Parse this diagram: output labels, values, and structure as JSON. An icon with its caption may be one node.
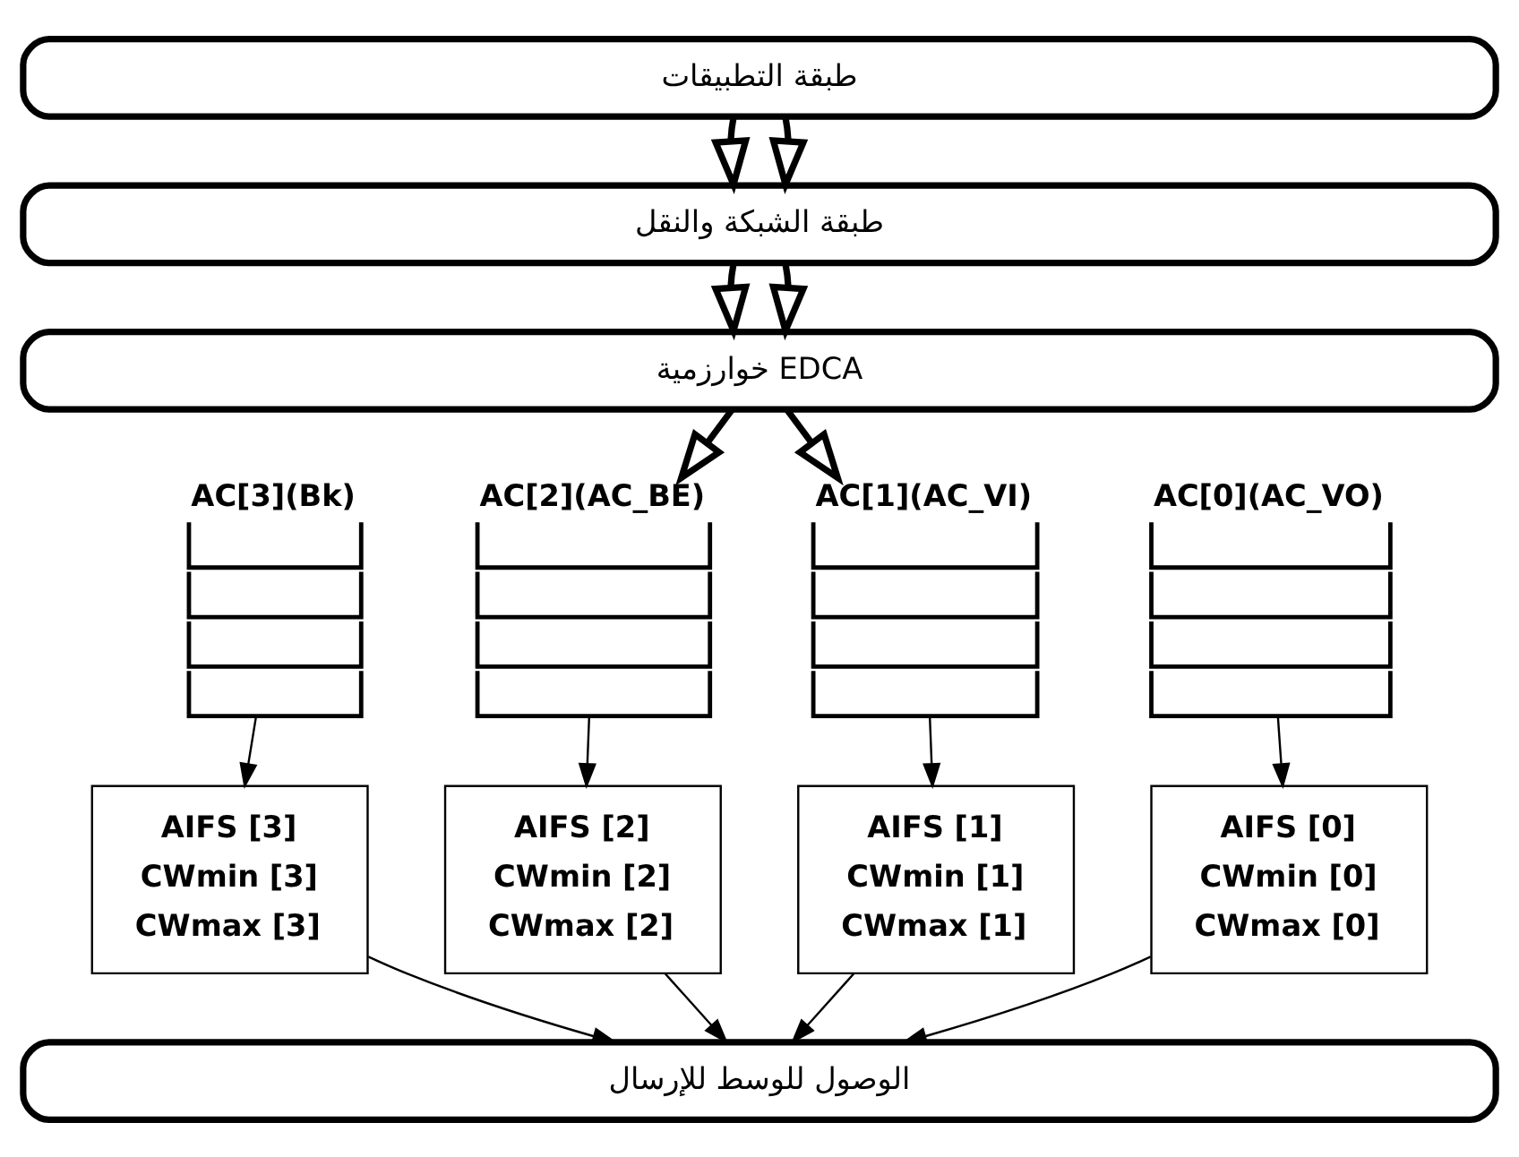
{
  "diagram": {
    "nodes": [
      {
        "text": [
          "طبقة التطبيقات"
        ]
      },
      {
        "text": [
          "طبقة الشبكة والنقل"
        ]
      },
      {
        "text": [
          "خوارزمية EDCA"
        ]
      },
      {
        "text": [
          "AC[3](Bk)"
        ]
      },
      {
        "text": [
          "AC[2](AC_BE)"
        ]
      },
      {
        "text": [
          "AC[1](AC_VI)"
        ]
      },
      {
        "text": [
          "AC[0](AC_VO)"
        ]
      },
      {
        "text": [
          "AIFS [3]",
          "CWmin [3]",
          "CWmax [3]"
        ]
      },
      {
        "text": [
          "AIFS [2]",
          "CWmin [2]",
          "CWmax [2]"
        ]
      },
      {
        "text": [
          "AIFS [1]",
          "CWmin [1]",
          "CWmax [1]"
        ]
      },
      {
        "text": [
          "AIFS [0]",
          "CWmin [0]",
          "CWmax [0]"
        ]
      },
      {
        "text": [
          "الوصول للوسط للإرسال"
        ]
      }
    ],
    "edges": [
      {
        "from": 0,
        "to": 1,
        "arrow": "to",
        "style": "thick"
      },
      {
        "from": 0,
        "to": 1,
        "arrow": "to",
        "style": "thick"
      },
      {
        "from": 1,
        "to": 2,
        "arrow": "to",
        "style": "thick"
      },
      {
        "from": 1,
        "to": 2,
        "arrow": "to",
        "style": "thick"
      },
      {
        "from": 2,
        "to": 4,
        "arrow": "to",
        "style": "thick"
      },
      {
        "from": 2,
        "to": 5,
        "arrow": "to",
        "style": "thick"
      },
      {
        "from": 3,
        "to": 7,
        "arrow": "to"
      },
      {
        "from": 4,
        "to": 8,
        "arrow": "to"
      },
      {
        "from": 5,
        "to": 9,
        "arrow": "to"
      },
      {
        "from": 6,
        "to": 10,
        "arrow": "to"
      },
      {
        "from": 7,
        "to": 11,
        "arrow": "to"
      },
      {
        "from": 8,
        "to": 11,
        "arrow": "to"
      },
      {
        "from": 9,
        "to": 11,
        "arrow": "to"
      },
      {
        "from": 10,
        "to": 11,
        "arrow": "to"
      }
    ]
  }
}
